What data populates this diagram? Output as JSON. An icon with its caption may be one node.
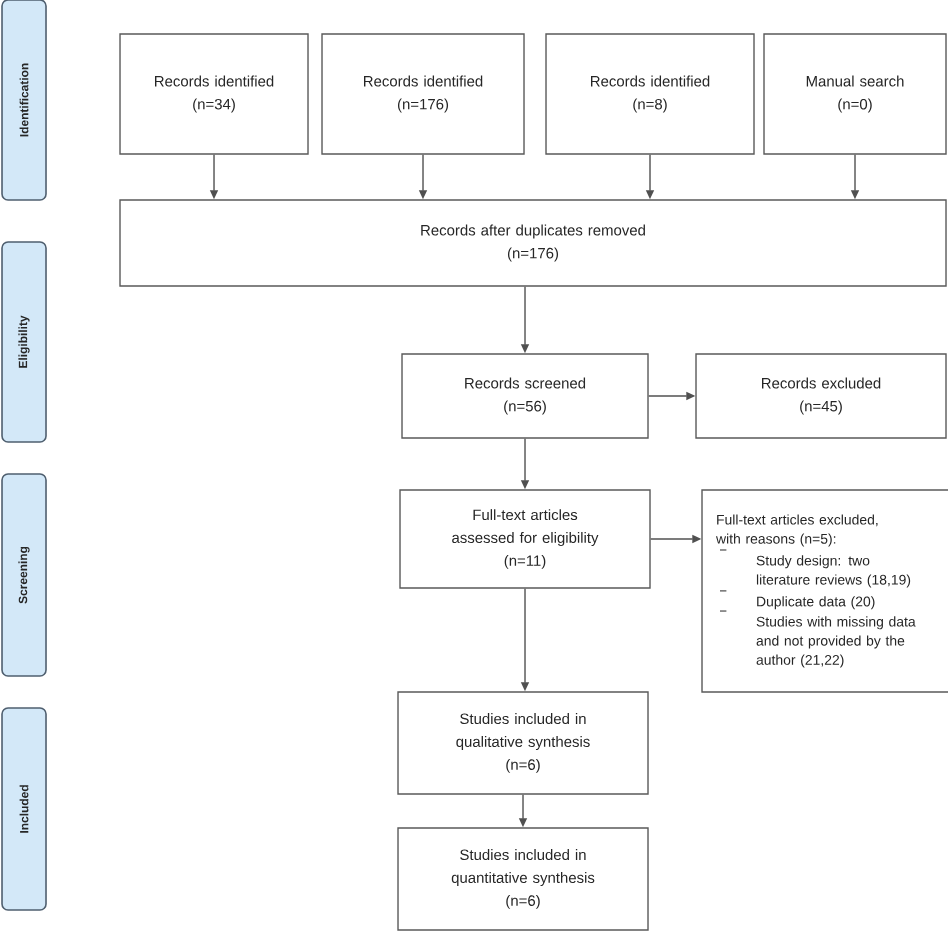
{
  "diagram": {
    "nodes": [
      {
        "text": [
          "Identification"
        ]
      },
      {
        "text": [
          "Eligibility"
        ]
      },
      {
        "text": [
          "Screening"
        ]
      },
      {
        "text": [
          "Included"
        ]
      },
      {
        "text": [
          "Records identified",
          "(n=34)"
        ]
      },
      {
        "text": [
          "Records identified",
          "(n=176)"
        ]
      },
      {
        "text": [
          "Records identified",
          "(n=8)"
        ]
      },
      {
        "text": [
          "Manual search",
          "(n=0)"
        ]
      },
      {
        "text": [
          "Records after duplicates removed",
          "(n=176)"
        ]
      },
      {
        "text": [
          "Records screened",
          "(n=56)"
        ]
      },
      {
        "text": [
          "Records excluded",
          "(n=45)"
        ]
      },
      {
        "text": [
          "Full-text articles assessed for eligibility",
          "(n=11)"
        ]
      },
      {
        "text": [
          "Full-text articles excluded, with reasons (n=5):",
          "Study design: two literature reviews (18,19)",
          "Duplicate data (20)",
          "Studies with missing data and not provided by the author (21,22)"
        ]
      },
      {
        "text": [
          "Studies included in qualitative synthesis",
          "(n=6)"
        ]
      },
      {
        "text": [
          "Studies included in quantitative synthesis",
          "(n=6)"
        ]
      }
    ],
    "edges": [
      {
        "from": 4,
        "to": 8,
        "arrow": "to"
      },
      {
        "from": 5,
        "to": 8,
        "arrow": "to"
      },
      {
        "from": 6,
        "to": 8,
        "arrow": "to"
      },
      {
        "from": 7,
        "to": 8,
        "arrow": "to"
      },
      {
        "from": 8,
        "to": 9,
        "arrow": "to"
      },
      {
        "from": 9,
        "to": 10,
        "arrow": "to"
      },
      {
        "from": 9,
        "to": 11,
        "arrow": "to"
      },
      {
        "from": 11,
        "to": 12,
        "arrow": "to"
      },
      {
        "from": 11,
        "to": 13,
        "arrow": "to"
      },
      {
        "from": 13,
        "to": 14,
        "arrow": "to"
      }
    ]
  }
}
